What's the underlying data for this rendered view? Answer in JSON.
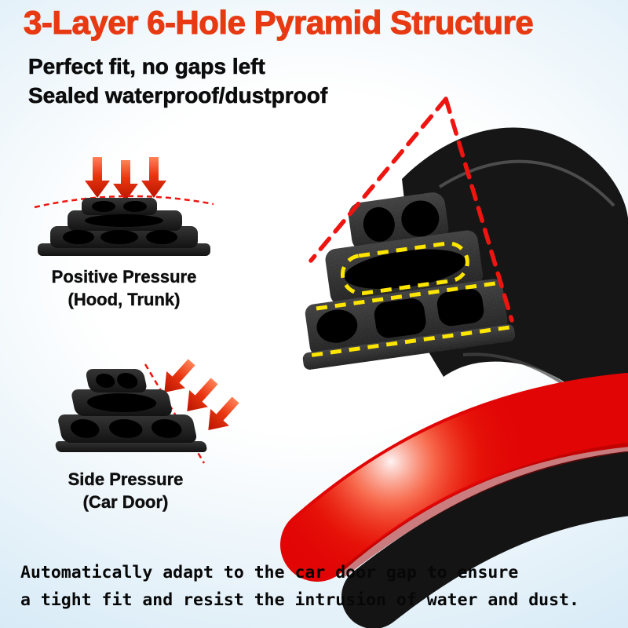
{
  "title": "3-Layer 6-Hole Pyramid Structure",
  "subtitle": {
    "line1": "Perfect fit, no gaps left",
    "line2": "Sealed waterproof/dustproof"
  },
  "diagrams": {
    "positive_pressure": {
      "label": "Positive Pressure",
      "sublabel": "(Hood, Trunk)"
    },
    "side_pressure": {
      "label": "Side Pressure",
      "sublabel": "(Car Door)"
    }
  },
  "footer": {
    "line1": "Automatically adapt to the car door gap to ensure",
    "line2": "a tight fit and resist the intrusion of water and dust."
  },
  "colors": {
    "title_red": "#e83a12",
    "arrow_red": "#e03010",
    "tape_red": "#e10505",
    "seal_black": "#161616",
    "dash_red": "#ee1510",
    "dash_yellow": "#ffe600",
    "text_black": "#0c0c0c"
  }
}
